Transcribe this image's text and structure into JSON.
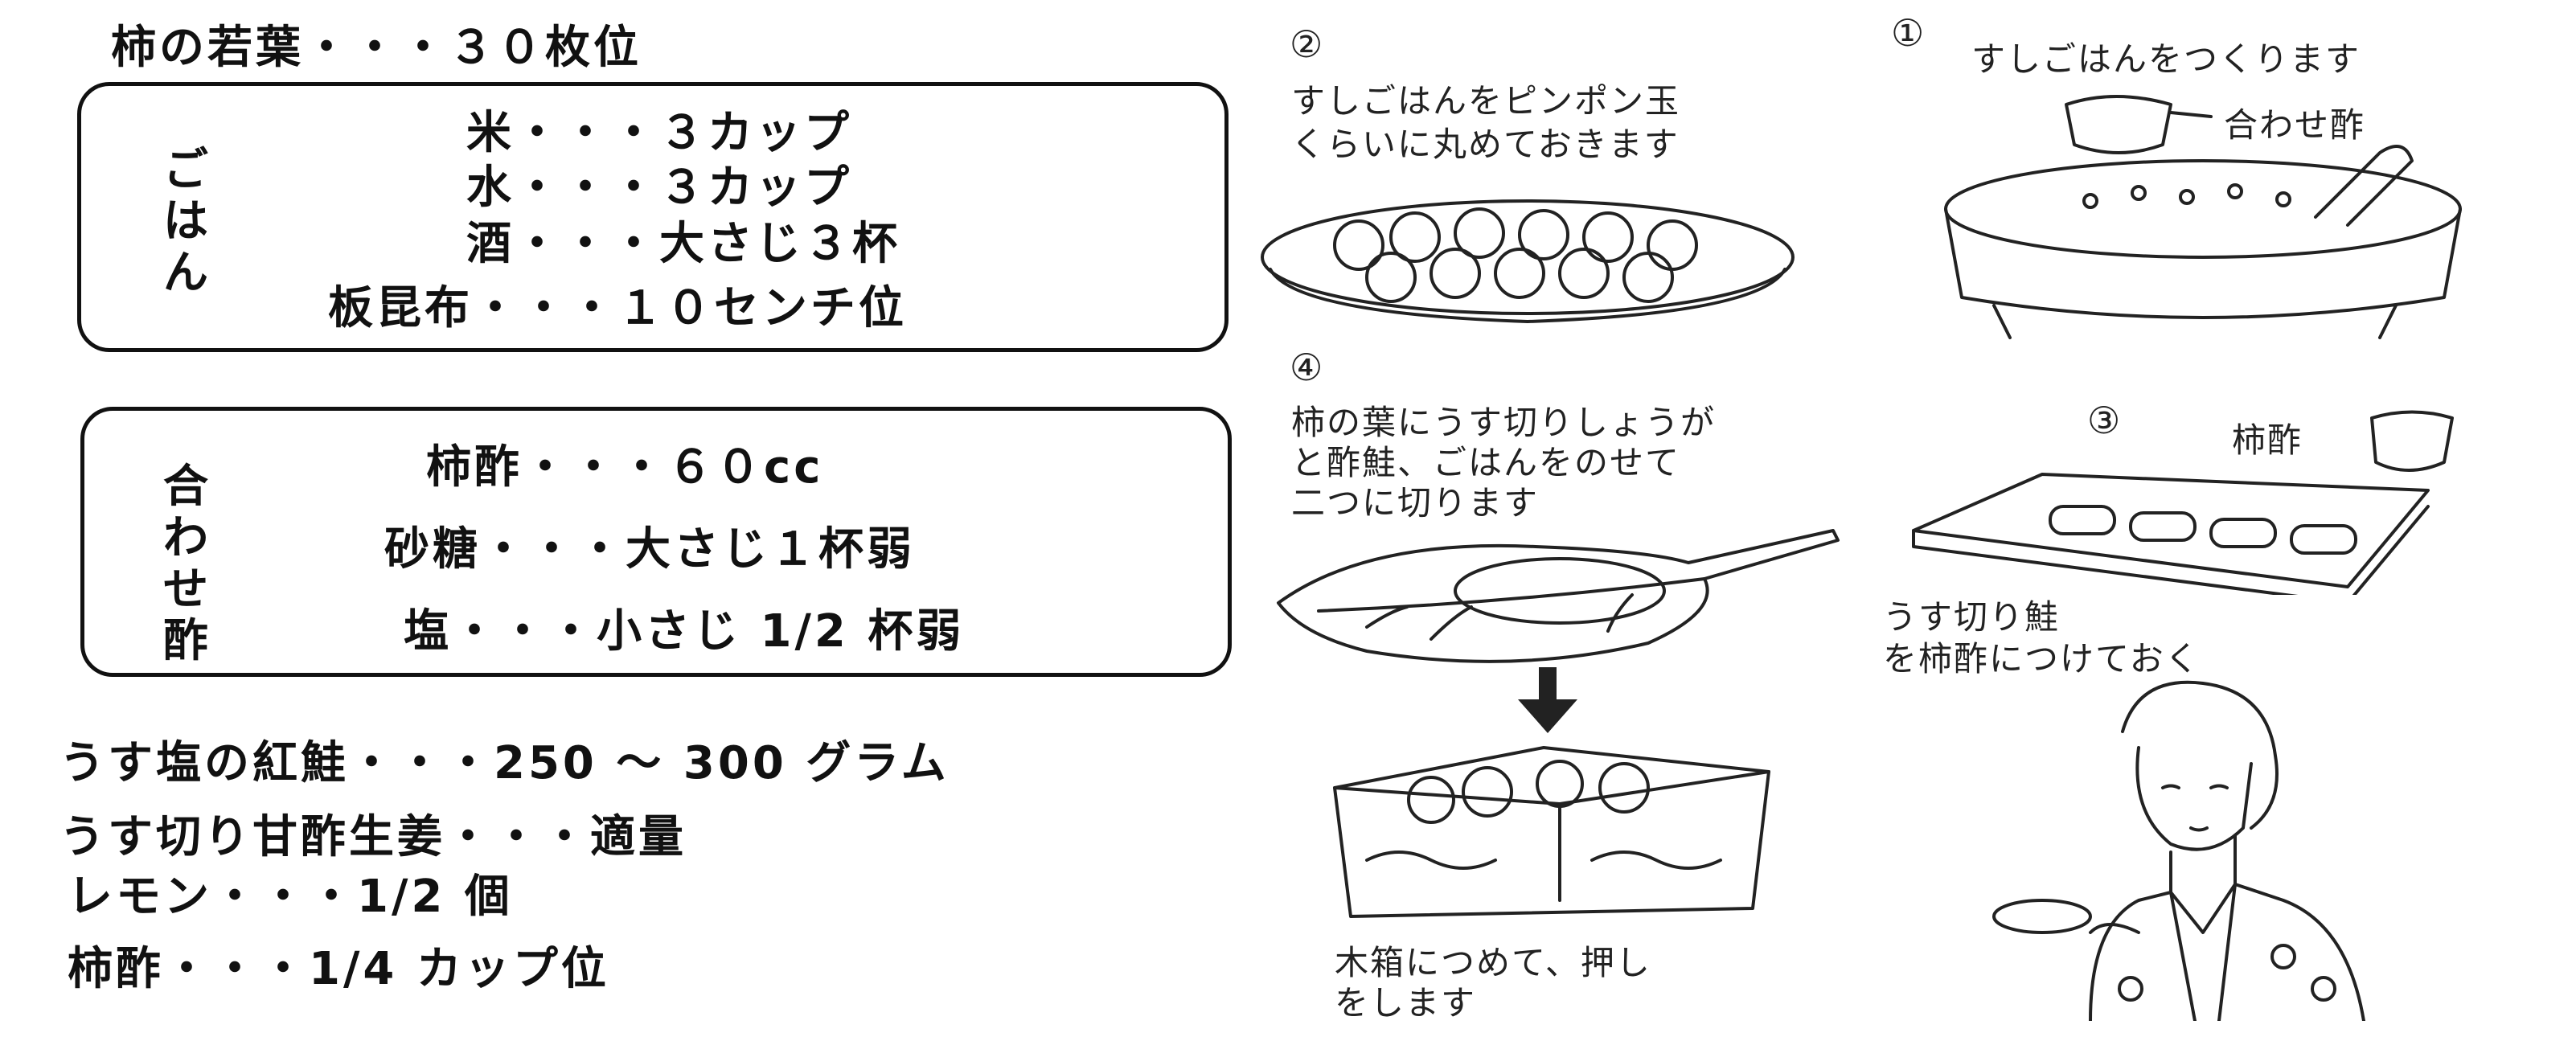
{
  "ingredients": {
    "leaves": "柿の若葉・・・３０枚位",
    "rice_box": {
      "label": [
        "ご",
        "は",
        "ん"
      ],
      "items": [
        "米・・・３カップ",
        "水・・・３カップ",
        "酒・・・大さじ３杯",
        "板昆布・・・１０センチ位"
      ]
    },
    "vinegar_box": {
      "label": [
        "合",
        "わ",
        "せ",
        "酢"
      ],
      "items": [
        "柿酢・・・６０cc",
        "砂糖・・・大さじ１杯弱",
        "塩・・・小さじ 1/2 杯弱"
      ]
    },
    "extras": [
      "うす塩の紅鮭・・・250 ～ 300 グラム",
      "うす切り甘酢生姜・・・適量",
      "レモン・・・1/2 個",
      "柿酢・・・1/4 カップ位"
    ]
  },
  "steps": {
    "s1": {
      "num": "①",
      "text": "すしごはんをつくります",
      "label": "合わせ酢"
    },
    "s2": {
      "num": "②",
      "lines": [
        "すしごはんをピンポン玉",
        "くらいに丸めておきます"
      ]
    },
    "s3": {
      "num": "③",
      "label": "柿酢",
      "lines": [
        "うす切り鮭",
        "を柿酢につけておく"
      ]
    },
    "s4": {
      "num": "④",
      "lines": [
        "柿の葉にうす切りしょうが",
        "と酢鮭、ごはんをのせて",
        "二つに切ります"
      ]
    },
    "s5": {
      "lines": [
        "木箱につめて、押し",
        "をします"
      ]
    }
  }
}
